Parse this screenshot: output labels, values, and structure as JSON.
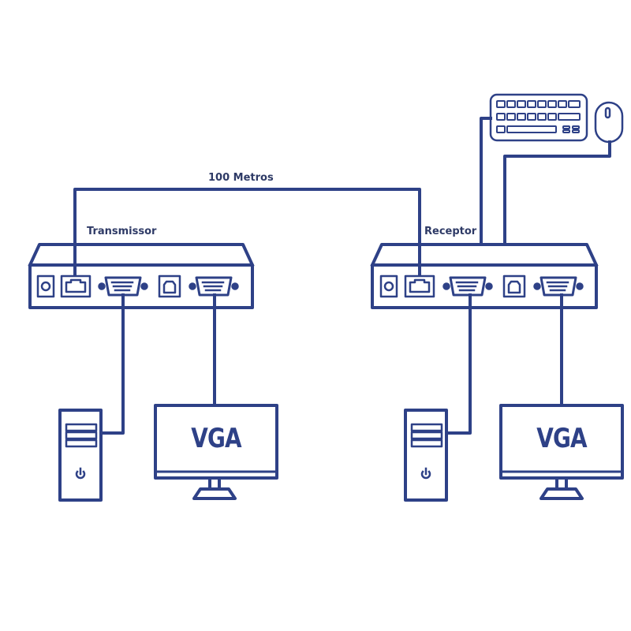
{
  "diagram": {
    "title": "VGA KVM Extender connection diagram",
    "colors": {
      "line": "#2e4187",
      "label": "#2e3a66",
      "background": "#ffffff"
    },
    "cable_label": "100 Metros",
    "transmitter": {
      "label": "Transmissor",
      "ports": [
        "power-jack",
        "rj45",
        "vga-in",
        "usb-b",
        "vga-out"
      ],
      "pc_label": "PC",
      "monitor_text": "VGA"
    },
    "receiver": {
      "label": "Receptor",
      "ports": [
        "power-jack",
        "rj45",
        "vga-in",
        "usb-b",
        "vga-out"
      ],
      "pc_label": "PC",
      "monitor_text": "VGA",
      "peripherals": [
        "keyboard",
        "mouse"
      ]
    }
  }
}
